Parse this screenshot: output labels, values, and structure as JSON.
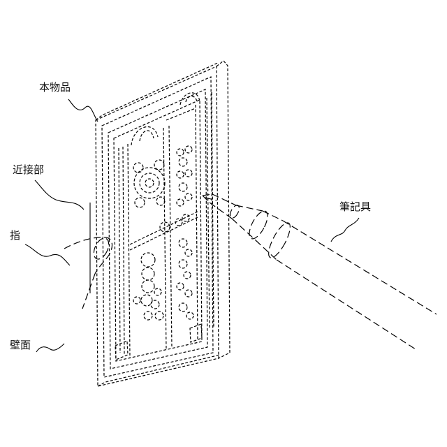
{
  "labels": {
    "main_object": "本物品",
    "proximity_part": "近接部",
    "finger": "指",
    "writing_tool": "筆記具",
    "wall_surface": "壁面"
  }
}
